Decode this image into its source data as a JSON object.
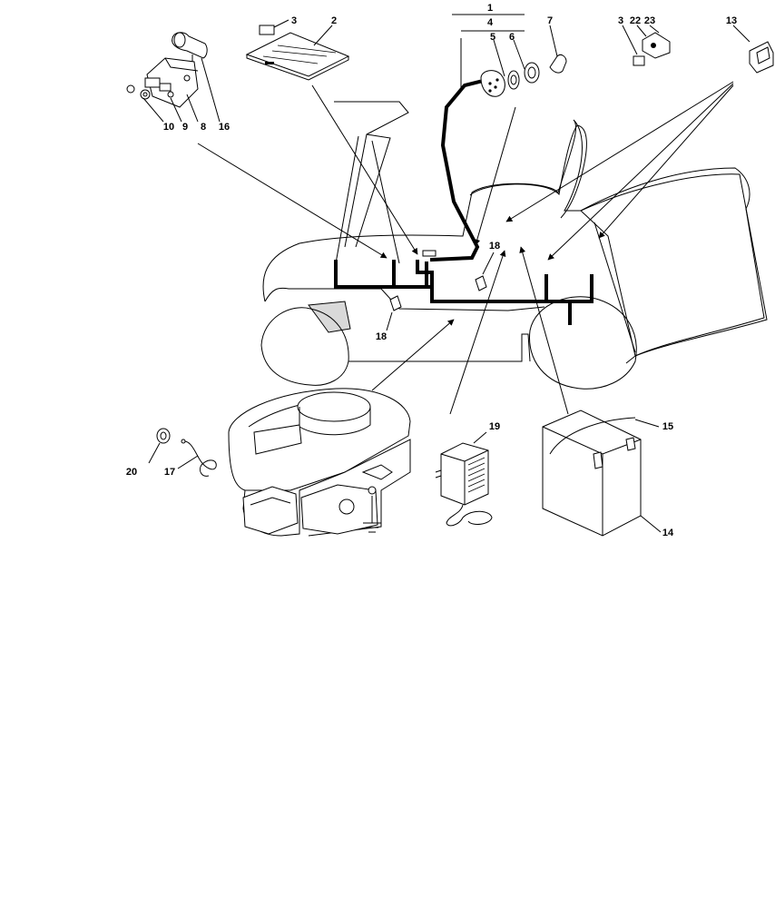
{
  "labels": {
    "l1": "1",
    "l2": "2",
    "l3a": "3",
    "l3b": "3",
    "l4": "4",
    "l5": "5",
    "l6": "6",
    "l7": "7",
    "l8": "8",
    "l9": "9",
    "l10": "10",
    "l13": "13",
    "l14": "14",
    "l15": "15",
    "l16": "16",
    "l17": "17",
    "l18a": "18",
    "l18b": "18",
    "l19": "19",
    "l20": "20",
    "l22": "22",
    "l23": "23"
  }
}
